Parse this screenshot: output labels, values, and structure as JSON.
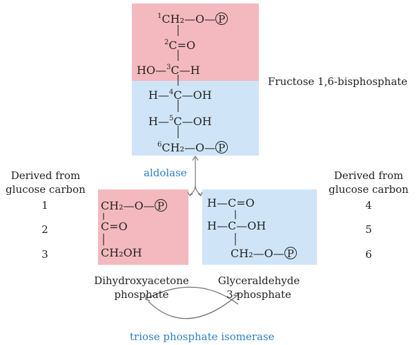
{
  "fructose": {
    "name": "Fructose 1,6-bisphosphate",
    "rows": [
      {
        "num": "1",
        "text": "CH₂—O—",
        "p": "P"
      },
      {
        "num": "2",
        "text": "C=O"
      },
      {
        "left": "HO—",
        "num": "3",
        "text": "C—H"
      },
      {
        "left": "H—",
        "num": "4",
        "text": "C—OH"
      },
      {
        "left": "H—",
        "num": "5",
        "text": "C—OH"
      },
      {
        "num": "6",
        "text": "CH₂—O—",
        "p": "P"
      }
    ]
  },
  "enzymes": {
    "aldolase": "aldolase",
    "isomerase": "triose phosphate isomerase"
  },
  "left": {
    "header": "Derived from glucose carbon",
    "carbons": [
      "1",
      "2",
      "3"
    ],
    "name_line1": "Dihydroxyacetone",
    "name_line2": "phosphate",
    "rows": [
      "CH₂—O—",
      "C=O",
      "CH₂OH"
    ],
    "p": "P"
  },
  "right": {
    "header": "Derived from glucose carbon",
    "carbons": [
      "4",
      "5",
      "6"
    ],
    "name_line1": "Glyceraldehyde",
    "name_line2": "3-phosphate",
    "rows": [
      "H—C=O",
      "H—C—OH",
      "CH₂—O—"
    ],
    "p": "P"
  },
  "colors": {
    "pink": "#f4b9be",
    "blue": "#cfe5f7",
    "enzyme": "#2f7fc3"
  }
}
